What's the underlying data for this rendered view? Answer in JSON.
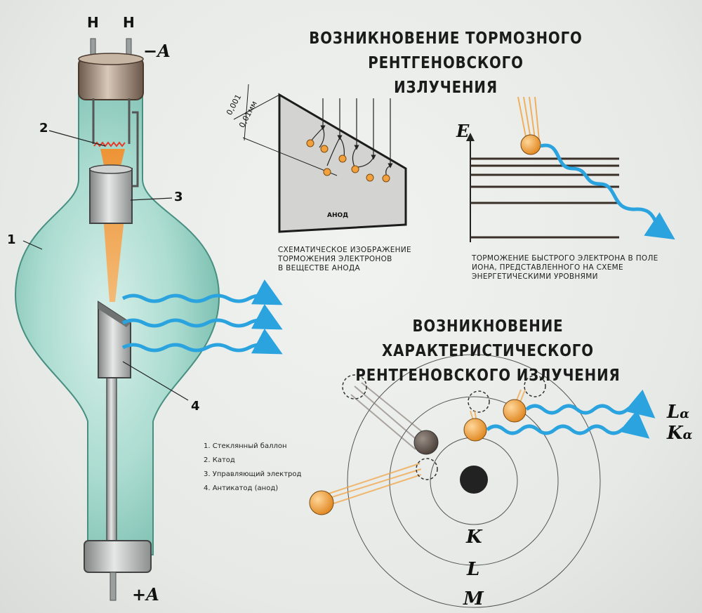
{
  "title_top": [
    "ВОЗНИКНОВЕНИЕ ТОРМОЗНОГО РЕНТГЕНОВСКОГО",
    "ИЗЛУЧЕНИЯ"
  ],
  "title_bottom": [
    "ВОЗНИКНОВЕНИЕ ХАРАКТЕРИСТИЧЕСКОГО",
    "РЕНТГЕНОВСКОГО ИЗЛУЧЕНИЯ"
  ],
  "tube": {
    "pin_labels": [
      "H",
      "H"
    ],
    "minus_label": "−A",
    "plus_label": "+A",
    "part_numbers": [
      "1",
      "2",
      "3",
      "4"
    ]
  },
  "legend": [
    "1. Стеклянный баллон",
    "2. Катод",
    "3. Управляющий электрод",
    "4. Антикатод (анод)"
  ],
  "anode_diagram": {
    "dim_1": "0,001",
    "dim_2": "0,01мм",
    "anode_label": "АНОД",
    "caption": [
      "СХЕМАТИЧЕСКОЕ ИЗОБРАЖЕНИЕ",
      "ТОРМОЖЕНИЯ ЭЛЕКТРОНОВ",
      "В ВЕЩЕСТВЕ АНОДА"
    ]
  },
  "energy_diagram": {
    "axis_label": "E",
    "caption": [
      "ТОРМОЖЕНИЕ БЫСТРОГО ЭЛЕКТРОНА В ПОЛЕ",
      "ИОНА, ПРЕДСТАВЛЕННОГО НА СХЕМЕ",
      "ЭНЕРГЕТИЧЕСКИМИ УРОВНЯМИ"
    ]
  },
  "atom_diagram": {
    "shell_labels": [
      "K",
      "L",
      "M"
    ],
    "line_label_1": "L",
    "line_label_1_sub": "α",
    "line_label_2": "K",
    "line_label_2_sub": "α"
  },
  "colors": {
    "glass": "#9fd6c8",
    "xray": "#2aa3df",
    "beam": "#f59a3a",
    "electron": "#f2a13c",
    "metal": "#b9bcbc"
  }
}
